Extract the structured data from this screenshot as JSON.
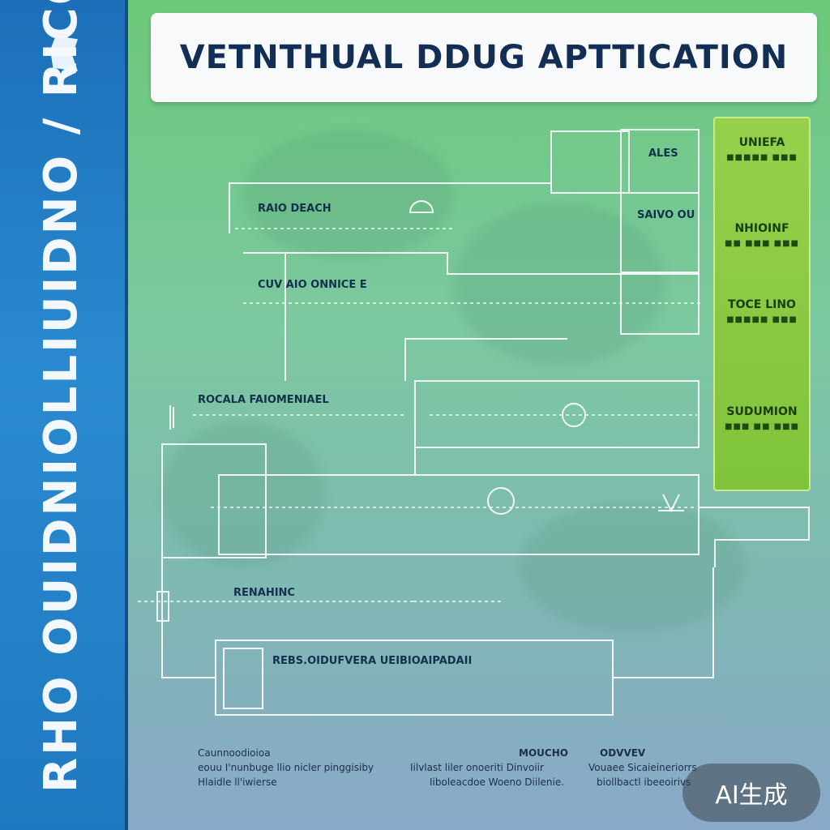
{
  "title": "VETNTHUAL DDUG APTTICATION",
  "sidebar": {
    "text": "RHO OUIDNIOLLIUIDNO / RICORETDOCIVA / ᐱ ᴧᴇᴏ ᴧ ᴧᴇᴏ"
  },
  "panel": {
    "items": [
      {
        "head": "UNIEFA",
        "sub": "■■■■■ ■■■"
      },
      {
        "head": "NHIOINF",
        "sub": "■■ ■■■ ■■■"
      },
      {
        "head": "TOCE LINO",
        "sub": "■■■■■ ■■■"
      },
      {
        "head": "SUDUMION",
        "sub": "■■■ ■■ ■■■"
      }
    ]
  },
  "labels": {
    "raio_deach": "RAIO DEACH",
    "cuv": "CUV AIO ONNICE E",
    "rocala": "ROCALA FAIOMENIAEL",
    "renahinc": "RENAHINC",
    "rebs": "REBS.OIDUFVERA UEIBIOAIPADAII",
    "ales": "ALES",
    "saivo": "SAIVO OU"
  },
  "footer": {
    "left": [
      "Caunnoodioioa",
      "eouu I'nunbuge llio nicler pinggisiby",
      "Hlaidle ll'iwierse"
    ],
    "middle_a": "MOUCHO",
    "middle_b": "ODVVEV",
    "middle_line": "Iilvlast liler onoeriti Dinvoiir",
    "middle_line2": "Iiboleacdoe Woeno Diilenie.",
    "right_line": "Vouaee Sicaieineriorrs",
    "right_line2": "biollbactl ibeeoirivs"
  },
  "watermark": "AI生成",
  "colors": {
    "sidebar": "#1f79c0",
    "title": "#122e55",
    "panel": "#8cc943",
    "line": "#f2f7f5"
  }
}
